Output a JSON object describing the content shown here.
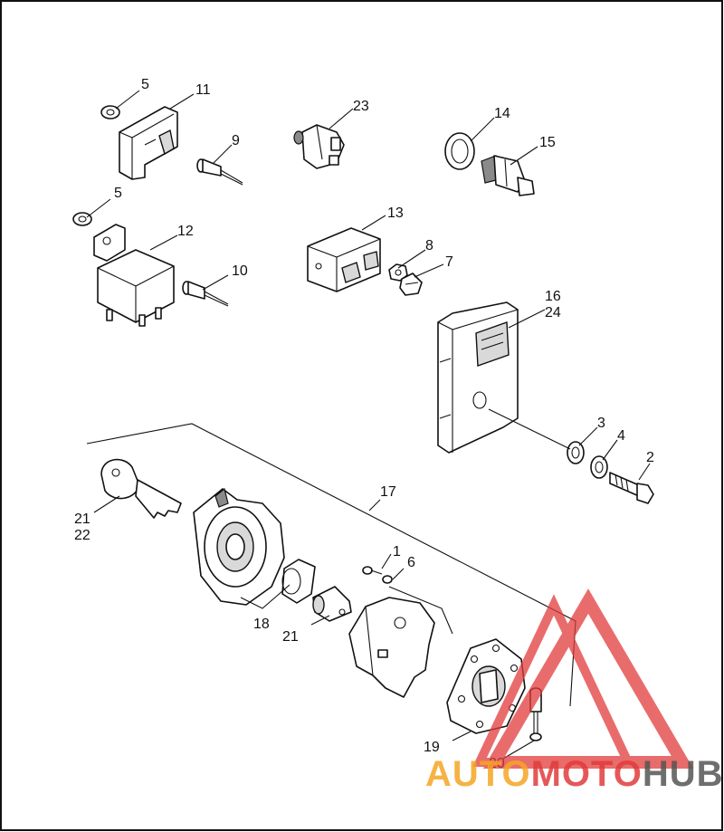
{
  "callouts": {
    "c1": "1",
    "c2": "2",
    "c3": "3",
    "c4": "4",
    "c5a": "5",
    "c5b": "5",
    "c6": "6",
    "c7": "7",
    "c8": "8",
    "c9": "9",
    "c10": "10",
    "c11": "11",
    "c12": "12",
    "c13": "13",
    "c14": "14",
    "c15": "15",
    "c16": "16",
    "c24": "24",
    "c17": "17",
    "c18": "18",
    "c19": "19",
    "c20": "20",
    "c21a": "21",
    "c22": "22",
    "c21b": "21",
    "c23": "23"
  },
  "watermark": {
    "part1": "AUTO",
    "part2": "MOTO",
    "part3": "HUB",
    "color_orange": "#f5a623",
    "color_red": "#e23b3b",
    "color_gray": "#555555"
  }
}
